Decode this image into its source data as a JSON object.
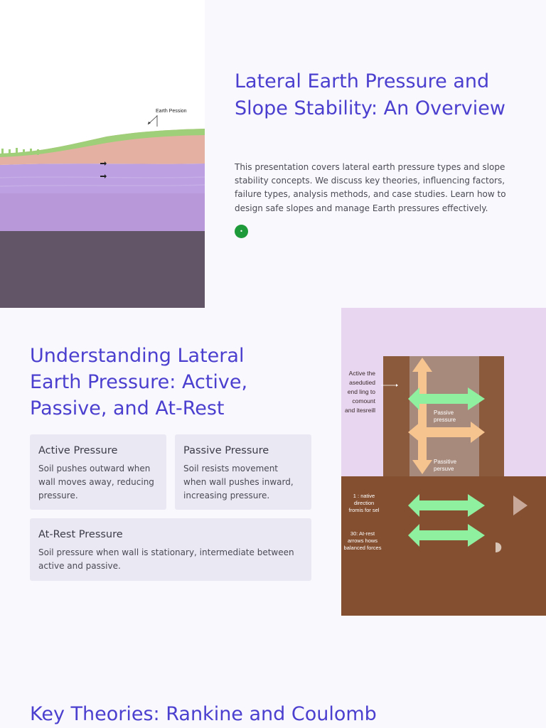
{
  "slide1": {
    "title": "Lateral Earth Pressure and Slope Stability: An Overview",
    "body": "This presentation covers lateral earth pressure types and slope stability concepts. We discuss key theories, influencing factors, failure types, analysis methods, and case studies. Learn how to design safe slopes and manage Earth pressures effectively.",
    "badge": "•",
    "illustration": {
      "label": "Earth Pession"
    }
  },
  "slide2": {
    "title": "Understanding Lateral Earth Pressure: Active, Passive, and At-Rest",
    "cards": [
      {
        "title": "Active Pressure",
        "text": "Soil pushes outward when wall moves away, reducing pressure."
      },
      {
        "title": "Passive Pressure",
        "text": "Soil resists movement when wall pushes inward, increasing pressure."
      },
      {
        "title": "At-Rest Pressure",
        "text": "Soil pressure when wall is stationary, intermediate between active and passive."
      }
    ],
    "illustration": {
      "label_left": [
        "Active the",
        "asedutied",
        "end ling to",
        "comount",
        "and itesreill"
      ],
      "label_passive": [
        "Passive",
        "pressure"
      ],
      "label_passitive": [
        "Passitive",
        "persuve"
      ],
      "label_native": [
        "1 : native",
        "direction",
        "fromis for sel"
      ],
      "label_atrest": [
        "30: At-rest",
        "arrows hows",
        "balanced forces"
      ]
    }
  },
  "slide3": {
    "title": "Key Theories: Rankine and Coulomb"
  },
  "colors": {
    "heading": "#4b3fcf",
    "badge": "#1f9a3a",
    "card_bg": "#eae8f2",
    "page_bg": "#f9f8fc"
  }
}
